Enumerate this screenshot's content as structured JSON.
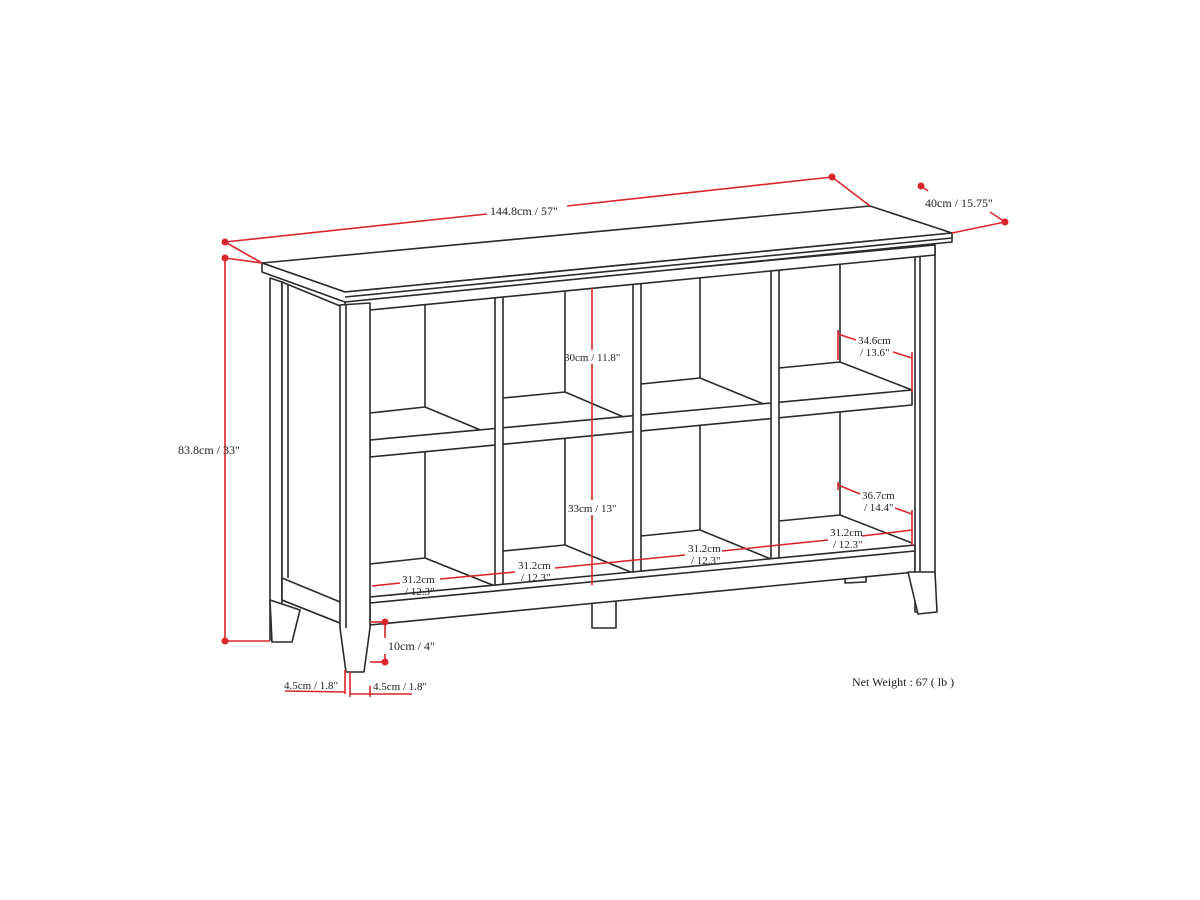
{
  "diagram": {
    "colors": {
      "dimension_line": "#d9262c",
      "outline": "#2a2a2a"
    },
    "dimensions": {
      "width": "144.8cm / 57\"",
      "depth": "40cm / 15.75\"",
      "height": "83.8cm / 33\"",
      "upper_cubby_height": "30cm / 11.8\"",
      "lower_cubby_height": "33cm / 13\"",
      "upper_cubby_depth": {
        "line1": "34.6cm",
        "line2": "/ 13.6\""
      },
      "lower_cubby_depth": {
        "line1": "36.7cm",
        "line2": "/ 14.4\""
      },
      "cubby_widths": [
        {
          "line1": "31.2cm",
          "line2": "/ 12.3\""
        },
        {
          "line1": "31.2cm",
          "line2": "/ 12.3\""
        },
        {
          "line1": "31.2cm",
          "line2": "/ 12.3\""
        },
        {
          "line1": "31.2cm",
          "line2": "/ 12.3\""
        }
      ],
      "leg_clearance": "10cm / 4\"",
      "leg_depth": "4.5cm / 1.8\"",
      "leg_width": "4.5cm / 1.8\""
    },
    "net_weight": "Net Weight : 67 ( lb )"
  }
}
